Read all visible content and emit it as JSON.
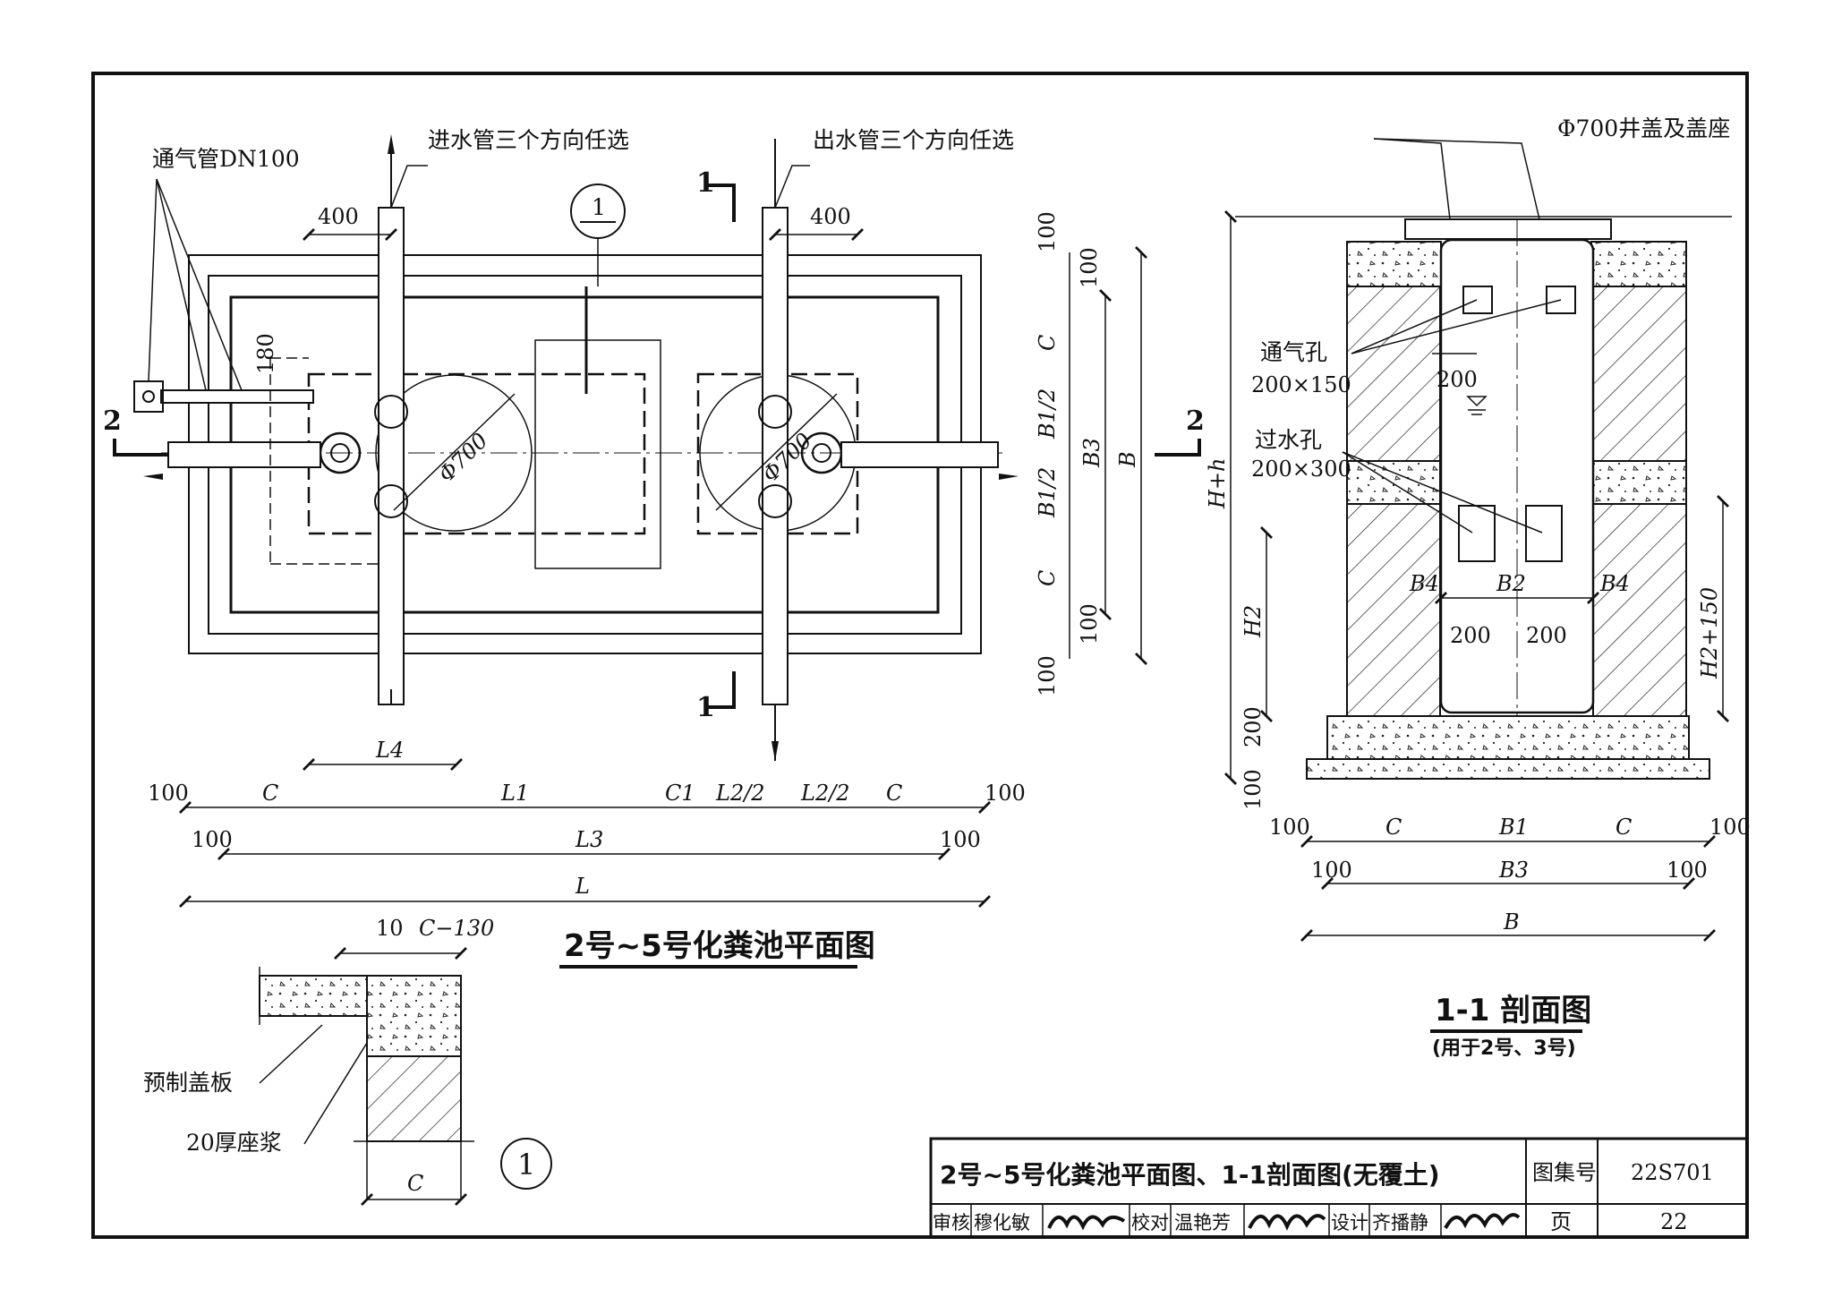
{
  "labels": {
    "vent_pipe": "通气管DN100",
    "inlet_pipe": "进水管三个方向任选",
    "outlet_pipe": "出水管三个方向任选",
    "manhole_cover": "Φ700井盖及盖座",
    "vent_hole": "通气孔",
    "vent_hole_size": "200×150",
    "water_hole": "过水孔",
    "water_hole_size": "200×300",
    "precast_slab": "预制盖板",
    "mortar_bed": "20厚座浆",
    "diameter": "Φ700",
    "detail_no": "1",
    "section_1": "1",
    "section_2": "2"
  },
  "plan_dims": {
    "d400": "400",
    "d180": "180",
    "d100": "100",
    "d200": "200",
    "L": "L",
    "L1": "L1",
    "L3": "L3",
    "L4": "L4",
    "L2half": "L2/2",
    "C": "C",
    "C1": "C1",
    "B": "B",
    "B1half": "B1/2",
    "B3": "B3",
    "B1": "B1",
    "B2": "B2",
    "B4": "B4",
    "Hh": "H+h",
    "H2": "H2",
    "H2_150": "H2+150",
    "d10": "10",
    "C130": "C−130"
  },
  "titles": {
    "plan": "2号~5号化粪池平面图",
    "section": "1-1 剖面图",
    "section_note": "(用于2号、3号)"
  },
  "title_block": {
    "drawing_title": "2号~5号化粪池平面图、1-1剖面图(无覆土)",
    "atlas_label": "图集号",
    "atlas_no": "22S701",
    "review_label": "审核",
    "reviewer": "穆化敏",
    "check_label": "校对",
    "checker": "温艳芳",
    "design_label": "设计",
    "designer": "齐播静",
    "page_label": "页",
    "page_no": "22"
  }
}
